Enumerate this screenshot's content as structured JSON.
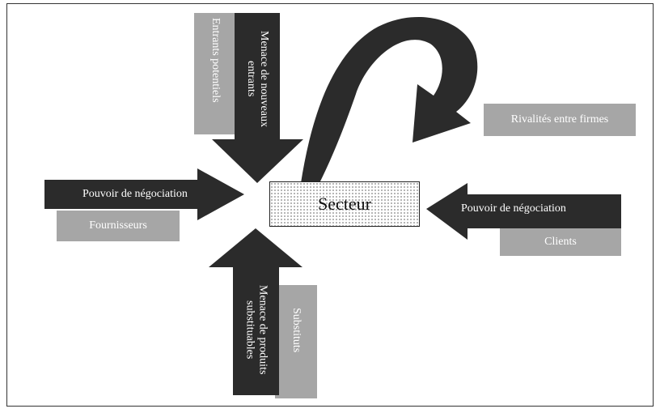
{
  "diagram": {
    "center_label": "Secteur",
    "top": {
      "arrow_label": "Menace de nouveaux entrants",
      "box_label": "Entrants potentiels"
    },
    "left": {
      "arrow_label": "Pouvoir de négociation",
      "box_label": "Fournisseurs"
    },
    "right": {
      "arrow_label": "Pouvoir de négociation",
      "box_label": "Clients"
    },
    "bottom": {
      "arrow_label": "Menace de produits substituables",
      "box_label": "Substituts"
    },
    "rivalry": {
      "box_label": "Rivalités entre firmes"
    },
    "colors": {
      "arrow": "#2b2b2b",
      "box": "#a6a6a6",
      "frame": "#333333"
    }
  }
}
